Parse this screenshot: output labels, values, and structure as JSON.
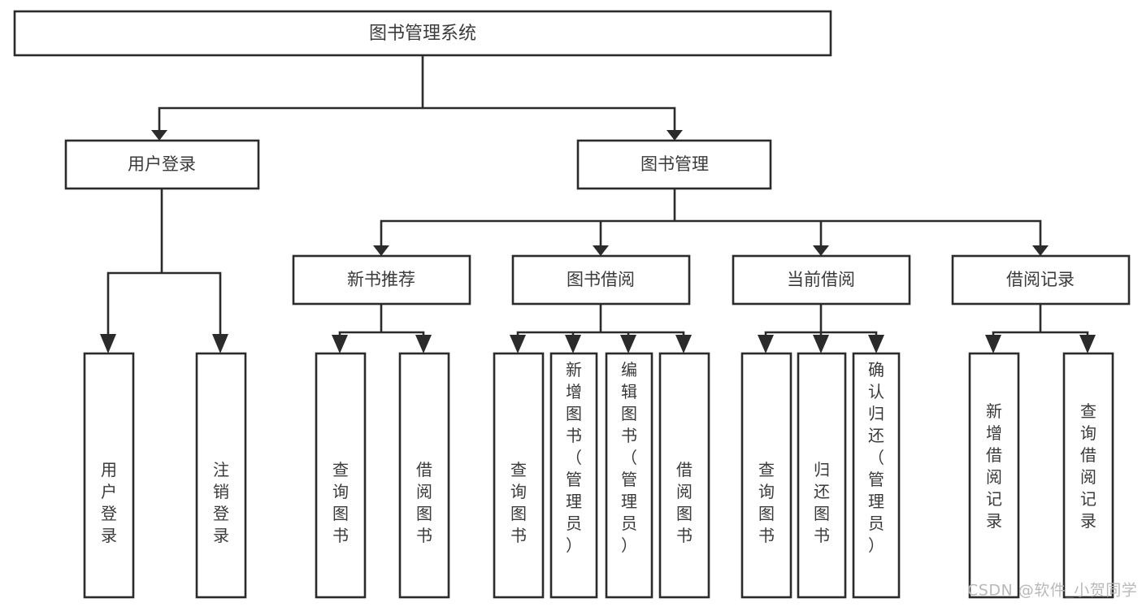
{
  "diagram": {
    "type": "tree",
    "title": "图书管理系统",
    "orientation": "top-down",
    "watermark": "CSDN @软件_小贺同学",
    "colors": {
      "box_stroke": "#2b2b2b",
      "box_fill": "#ffffff",
      "text": "#3a3a3a",
      "connector": "#2b2b2b",
      "watermark": "#b9b9b9",
      "background": "#ffffff"
    },
    "levels": {
      "root": "图书管理系统",
      "level2": [
        "用户登录",
        "图书管理"
      ],
      "level3": [
        "新书推荐",
        "图书借阅",
        "当前借阅",
        "借阅记录"
      ]
    },
    "nodes": {
      "root": {
        "label": "图书管理系统",
        "orientation": "horizontal"
      },
      "n_user_login": {
        "label": "用户登录",
        "orientation": "horizontal"
      },
      "n_book_mgmt": {
        "label": "图书管理",
        "orientation": "horizontal"
      },
      "n_new_book_rec": {
        "label": "新书推荐",
        "orientation": "horizontal"
      },
      "n_book_borrow": {
        "label": "图书借阅",
        "orientation": "horizontal"
      },
      "n_current_borrow": {
        "label": "当前借阅",
        "orientation": "horizontal"
      },
      "n_borrow_record": {
        "label": "借阅记录",
        "orientation": "horizontal"
      },
      "l_user_login": {
        "label": "用户登录",
        "orientation": "vertical"
      },
      "l_user_logout": {
        "label": "注销登录",
        "orientation": "vertical"
      },
      "l_query_book_1": {
        "label": "查询图书",
        "orientation": "vertical"
      },
      "l_borrow_book_1": {
        "label": "借阅图书",
        "orientation": "vertical"
      },
      "l_query_book_2": {
        "label": "查询图书",
        "orientation": "vertical"
      },
      "l_add_book": {
        "label": "新增图书（管理员）",
        "orientation": "vertical"
      },
      "l_edit_book": {
        "label": "编辑图书（管理员）",
        "orientation": "vertical"
      },
      "l_borrow_book_2": {
        "label": "借阅图书",
        "orientation": "vertical"
      },
      "l_query_book_3": {
        "label": "查询图书",
        "orientation": "vertical"
      },
      "l_return_book": {
        "label": "归还图书",
        "orientation": "vertical"
      },
      "l_confirm_return": {
        "label": "确认归还（管理员）",
        "orientation": "vertical"
      },
      "l_add_record": {
        "label": "新增借阅记录",
        "orientation": "vertical"
      },
      "l_query_record": {
        "label": "查询借阅记录",
        "orientation": "vertical"
      }
    },
    "edges": [
      {
        "from": "root",
        "to": "n_user_login"
      },
      {
        "from": "root",
        "to": "n_book_mgmt"
      },
      {
        "from": "n_user_login",
        "to": "l_user_login"
      },
      {
        "from": "n_user_login",
        "to": "l_user_logout"
      },
      {
        "from": "n_book_mgmt",
        "to": "n_new_book_rec"
      },
      {
        "from": "n_book_mgmt",
        "to": "n_book_borrow"
      },
      {
        "from": "n_book_mgmt",
        "to": "n_current_borrow"
      },
      {
        "from": "n_book_mgmt",
        "to": "n_borrow_record"
      },
      {
        "from": "n_new_book_rec",
        "to": "l_query_book_1"
      },
      {
        "from": "n_new_book_rec",
        "to": "l_borrow_book_1"
      },
      {
        "from": "n_book_borrow",
        "to": "l_query_book_2"
      },
      {
        "from": "n_book_borrow",
        "to": "l_add_book"
      },
      {
        "from": "n_book_borrow",
        "to": "l_edit_book"
      },
      {
        "from": "n_book_borrow",
        "to": "l_borrow_book_2"
      },
      {
        "from": "n_current_borrow",
        "to": "l_query_book_3"
      },
      {
        "from": "n_current_borrow",
        "to": "l_return_book"
      },
      {
        "from": "n_current_borrow",
        "to": "l_confirm_return"
      },
      {
        "from": "n_borrow_record",
        "to": "l_add_record"
      },
      {
        "from": "n_borrow_record",
        "to": "l_query_record"
      }
    ]
  }
}
